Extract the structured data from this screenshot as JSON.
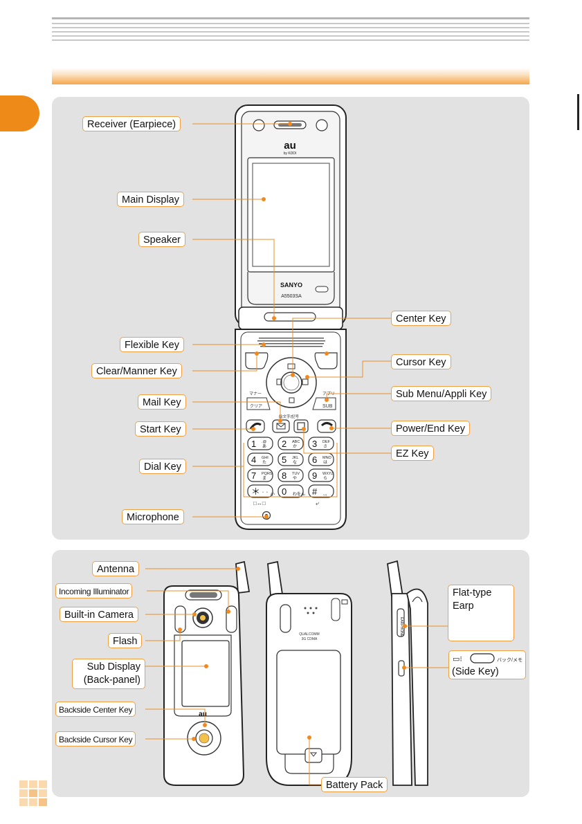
{
  "labels": {
    "receiver": "Receiver (Earpiece)",
    "main_display": "Main Display",
    "speaker": "Speaker",
    "flexible_key": "Flexible Key",
    "clear_manner_key": "Clear/Manner Key",
    "mail_key": "Mail Key",
    "start_key": "Start Key",
    "dial_key": "Dial Key",
    "microphone": "Microphone",
    "center_key": "Center Key",
    "cursor_key": "Cursor Key",
    "sub_menu_key": "Sub Menu/Appli Key",
    "power_end_key": "Power/End Key",
    "ez_key": "EZ Key",
    "antenna": "Antenna",
    "incoming_illuminator": "Incoming Illuminator",
    "built_in_camera": "Built-in Camera",
    "flash": "Flash",
    "sub_display_line1": "Sub Display",
    "sub_display_line2": "(Back-panel)",
    "backside_center_key": "Backside Center Key",
    "backside_cursor_key": "Backside Cursor Key",
    "battery_pack": "Battery Pack",
    "flat_earp_line1": "Flat-type",
    "flat_earp_line2": "Earp",
    "side_key": "(Side Key)",
    "side_key_jp": "バック/メモ"
  },
  "phone_text": {
    "brand_logo": "au",
    "brand_sub": "by KDDI",
    "maker": "SANYO",
    "model": "A5503SA",
    "sub_key": "SUB",
    "manner_key_jp": "マナー",
    "clear_key_jp": "クリア",
    "appli_key_jp": "アプリ",
    "mail_key_jp": "絵文字/記号",
    "qualcomm": "QUALCOMM",
    "cdma": "3G CDMA",
    "earphone": "EARPHONE"
  },
  "dial_keys": [
    {
      "num": "1",
      "abc": ".@",
      "kana": "あ"
    },
    {
      "num": "2",
      "abc": "ABC",
      "kana": "か"
    },
    {
      "num": "3",
      "abc": "DEF",
      "kana": "さ"
    },
    {
      "num": "4",
      "abc": "GHI",
      "kana": "た"
    },
    {
      "num": "5",
      "abc": "JKL",
      "kana": "な"
    },
    {
      "num": "6",
      "abc": "MNO",
      "kana": "は"
    },
    {
      "num": "7",
      "abc": "PQRS",
      "kana": "ま"
    },
    {
      "num": "8",
      "abc": "TUV",
      "kana": "や"
    },
    {
      "num": "9",
      "abc": "WXYZ",
      "kana": "ら"
    },
    {
      "num": "＊",
      "abc": "",
      "kana": "゛゜小"
    },
    {
      "num": "0",
      "abc": "",
      "kana": "わをん"
    },
    {
      "num": "#",
      "abc": "",
      "kana": "、。"
    }
  ],
  "colors": {
    "accent": "#ee8a17",
    "panel": "#e2e2e2",
    "label_border": "#f0a040",
    "leader_line": "#e8902a"
  }
}
